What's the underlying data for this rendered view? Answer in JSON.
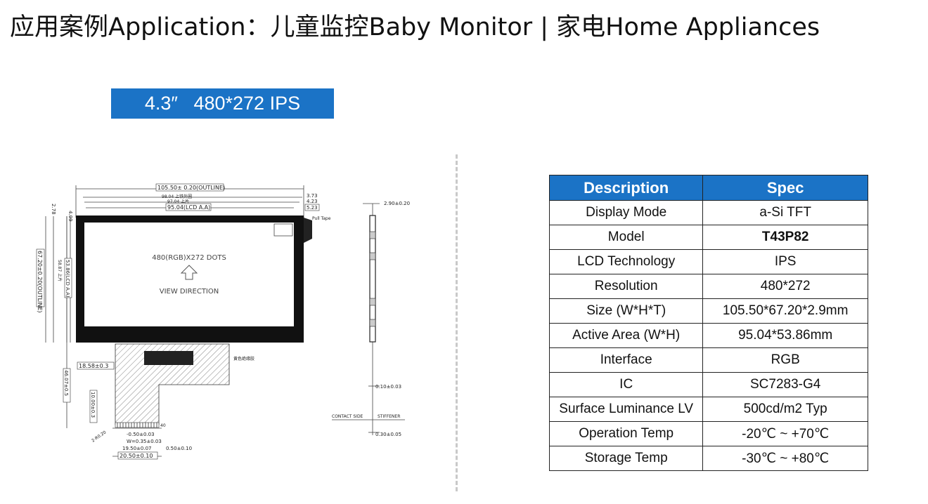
{
  "page": {
    "title": "应用案例Application：儿童监控Baby Monitor | 家电Home Appliances",
    "model_badge": "4.3″   480*272 IPS"
  },
  "drawing": {
    "panel_text": "480(RGB)X272  DOTS",
    "view_direction": "VIEW  DIRECTION",
    "outline_width": "105.50± 0.20(OUTLINE)",
    "bezel_width": "98.04 上铁外圈",
    "inner_width": "97.04 上片",
    "aa_width": "95.04(LCD A.A)",
    "dim_373": "3.73",
    "dim_423": "4.23",
    "dim_523": "5.23",
    "dim_409": "4.09",
    "dim_278": "2.78",
    "outline_height": "67.20±0.20(OUTLINE)",
    "aa_height": "53.86(LCD A.A)",
    "inner_height": "58.87 上片",
    "dim_1858": "18.58±0.3",
    "dim_4607": "46.07±0.5",
    "dim_1000": "10.00±0.3",
    "dim_p05": "-0.50±0.03",
    "dim_w035": "W=0.35±0.03",
    "dim_1950": "19.50±0.07",
    "dim_050": "0.50±0.10",
    "dim_2050": "20.50±0.10",
    "dim_205": "2-R0.20",
    "pin_count": "40",
    "pull_tape": "Pull Tape",
    "fpc_note": "黄色绝缘胶",
    "side_thickness": "2.90±0.20",
    "side_010": "0.10±0.03",
    "side_030": "0.30±0.05",
    "contact_side": "CONTACT  SIDE",
    "stiffener": "STIFFENER"
  },
  "table": {
    "header_description": "Description",
    "header_spec": "Spec",
    "rows": [
      {
        "label": "Display Mode",
        "value": "a-Si TFT"
      },
      {
        "label": "Model",
        "value": "T43P82"
      },
      {
        "label": "LCD Technology",
        "value": "IPS"
      },
      {
        "label": "Resolution",
        "value": "480*272"
      },
      {
        "label": "Size (W*H*T)",
        "value": "105.50*67.20*2.9mm"
      },
      {
        "label": "Active Area (W*H)",
        "value": "95.04*53.86mm"
      },
      {
        "label": "Interface",
        "value": "RGB"
      },
      {
        "label": "IC",
        "value": "SC7283-G4"
      },
      {
        "label": "Surface Luminance LV",
        "value": "500cd/m2 Typ"
      },
      {
        "label": "Operation Temp",
        "value": "-20℃ ~ +70℃"
      },
      {
        "label": "Storage Temp",
        "value": "-30℃ ~ +80℃"
      }
    ]
  },
  "colors": {
    "accent_blue": "#1b73c6",
    "header_text": "#ffffff",
    "divider": "#c9c9c9"
  }
}
